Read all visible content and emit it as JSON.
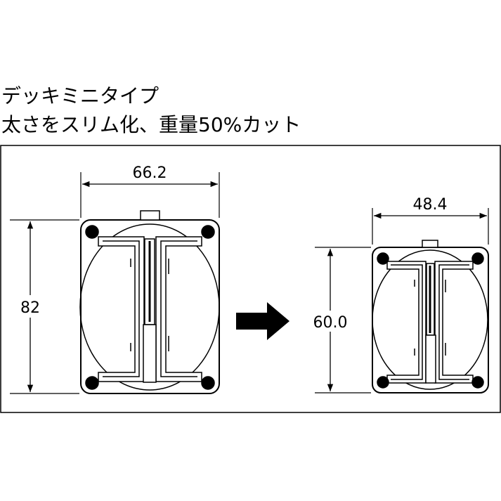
{
  "heading": {
    "line1": "デッキミニタイプ",
    "line2": "太さをスリム化、重量50%カット"
  },
  "diagram": {
    "original": {
      "width": "66.2",
      "height": "82"
    },
    "slim": {
      "width": "48.4",
      "height": "60.0"
    }
  }
}
